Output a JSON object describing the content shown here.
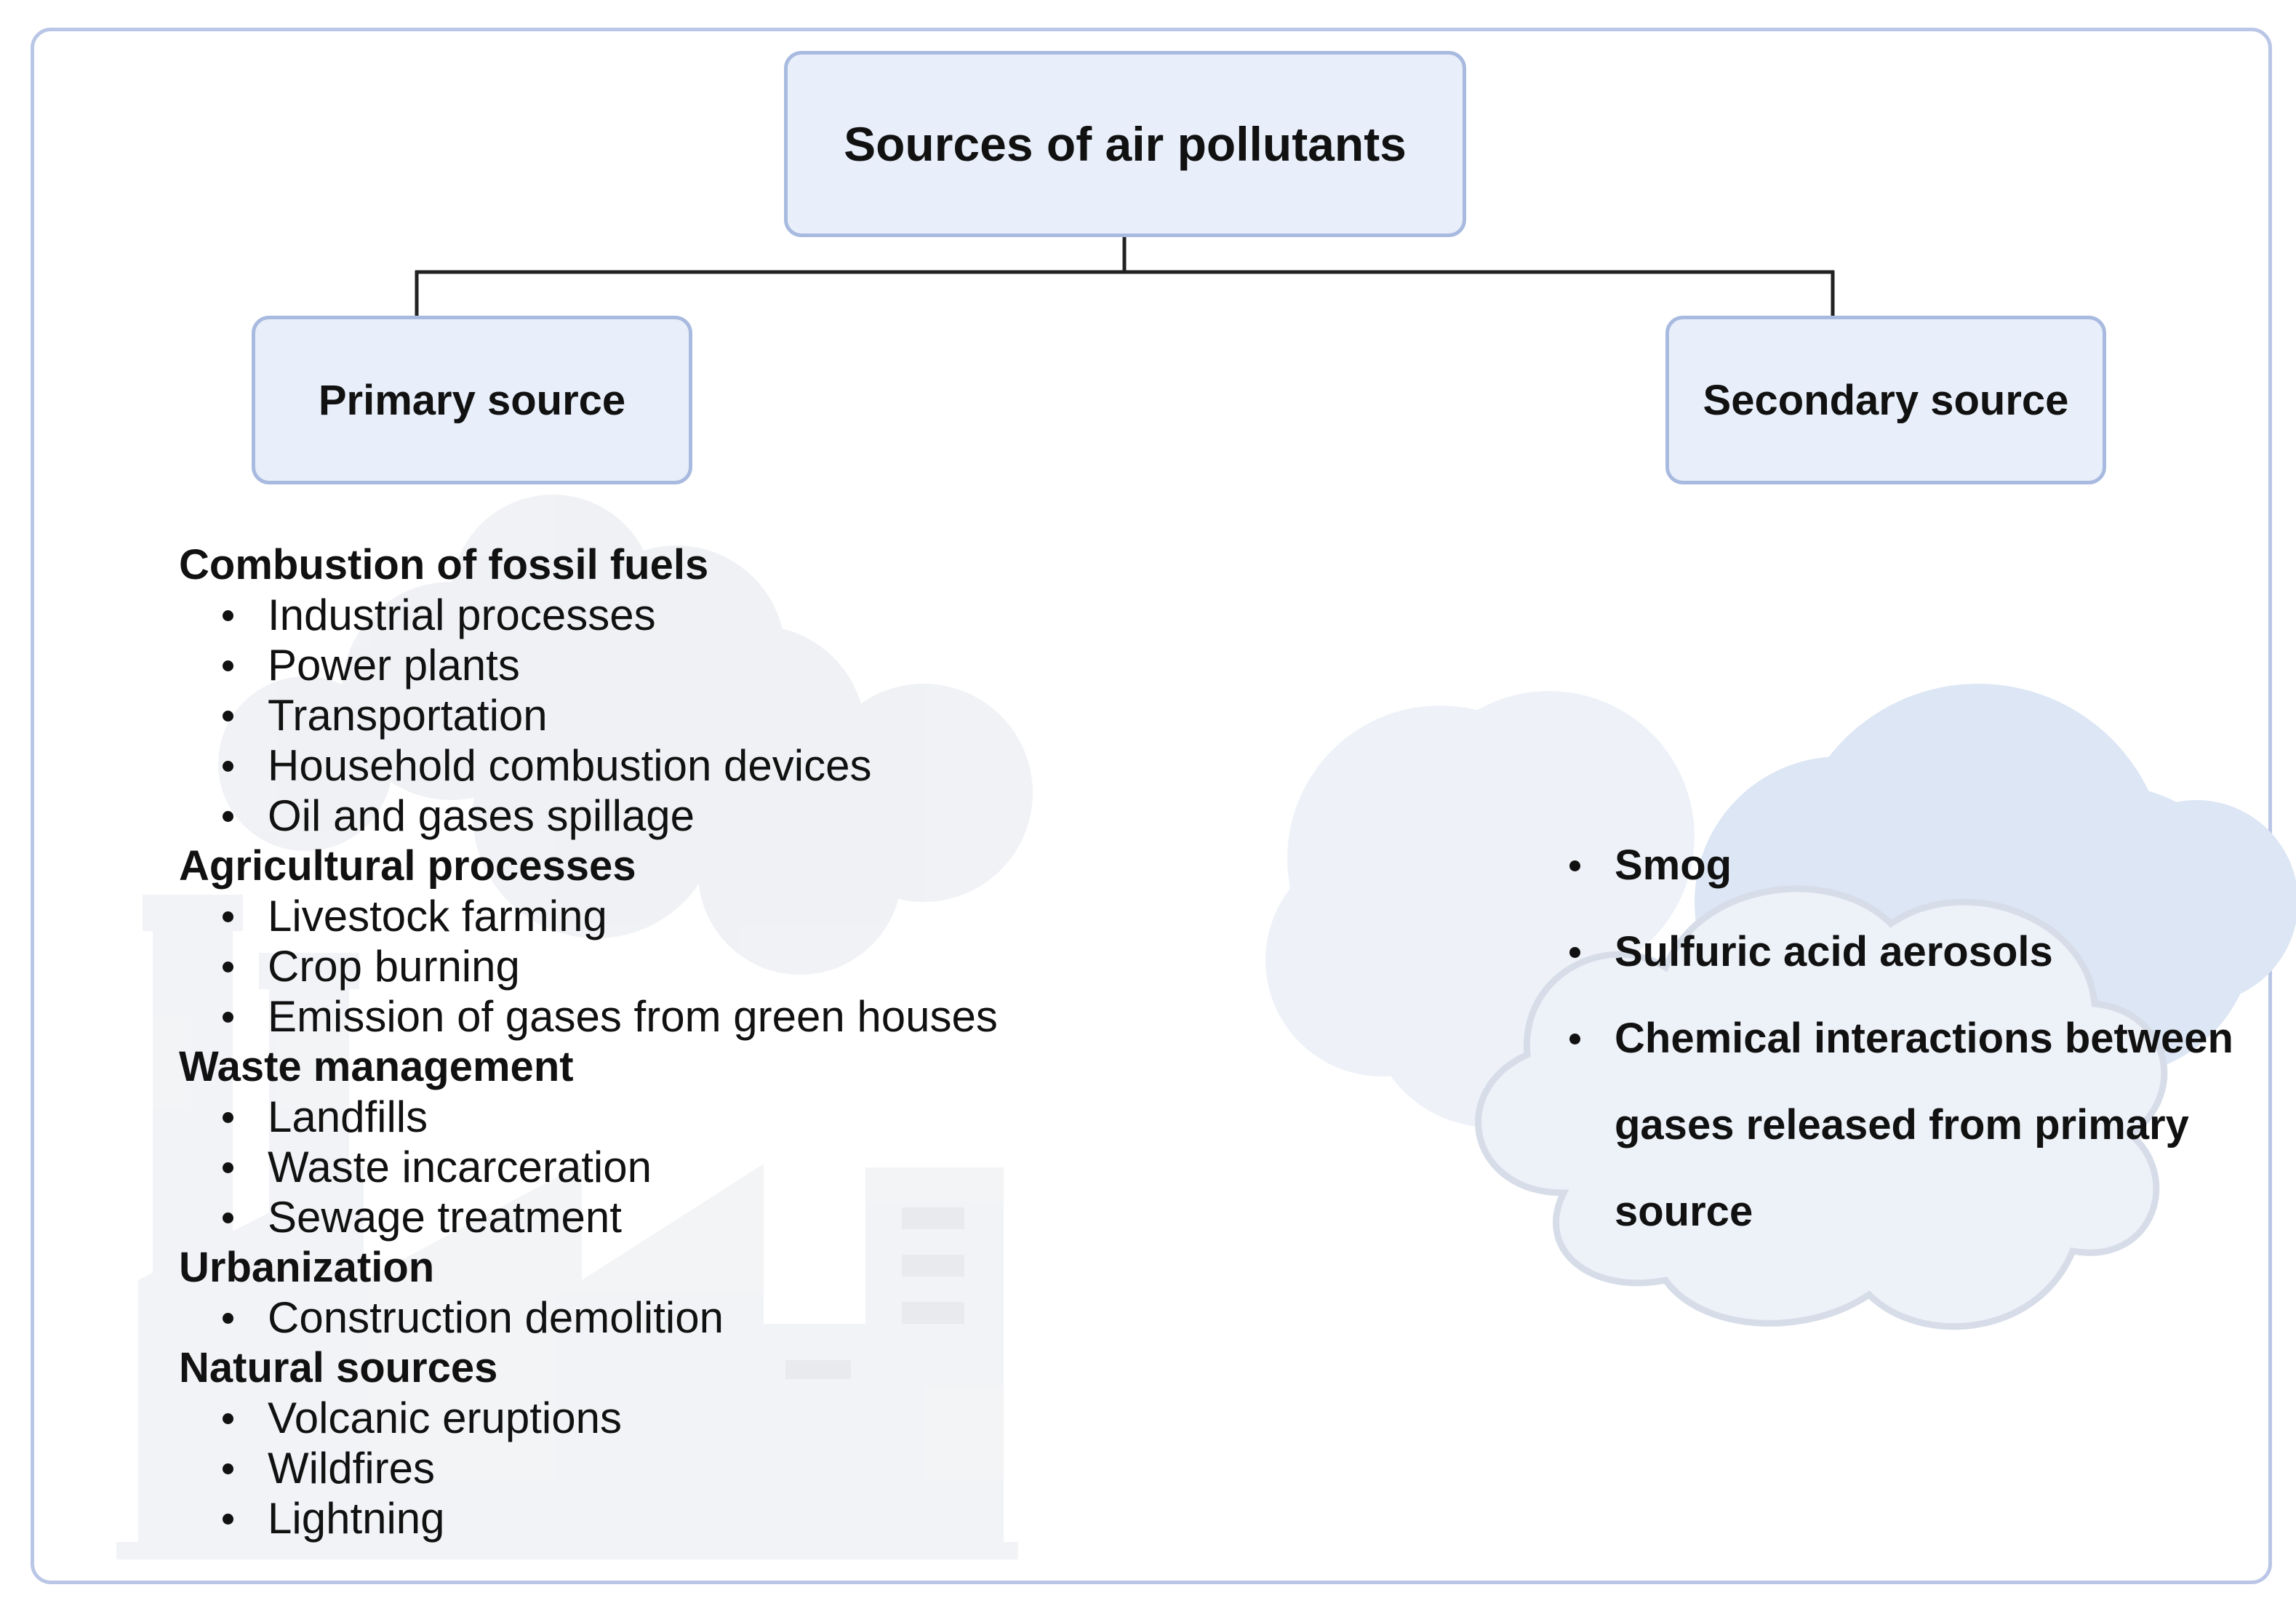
{
  "diagram": {
    "root": {
      "label": "Sources of air pollutants"
    },
    "primary": {
      "label": "Primary source",
      "groups": [
        {
          "title": "Combustion of fossil fuels",
          "items": [
            "Industrial processes",
            "Power plants",
            "Transportation",
            "Household combustion devices",
            "Oil and gases spillage"
          ]
        },
        {
          "title": "Agricultural processes",
          "items": [
            "Livestock farming",
            "Crop burning",
            "Emission of gases from green houses"
          ]
        },
        {
          "title": "Waste management",
          "items": [
            "Landfills",
            "Waste incarceration",
            "Sewage treatment"
          ]
        },
        {
          "title": "Urbanization",
          "items": [
            "Construction demolition"
          ]
        },
        {
          "title": "Natural sources",
          "items": [
            "Volcanic eruptions",
            "Wildfires",
            "Lightning"
          ]
        }
      ]
    },
    "secondary": {
      "label": "Secondary source",
      "items": [
        "Smog",
        "Sulfuric acid aerosols",
        "Chemical interactions between gases released from primary source"
      ]
    }
  },
  "colors": {
    "node_fill": "#e8effa",
    "node_border": "#a8badf",
    "frame_border": "#b9c6e6",
    "connector": "#222222",
    "factory_illustration": "#eceef2",
    "cloud_light": "#edf1f8",
    "cloud_blue": "#dbe5f4"
  },
  "illustrations": {
    "left": "factory-smoke-icon",
    "right": "cloud-icon"
  }
}
